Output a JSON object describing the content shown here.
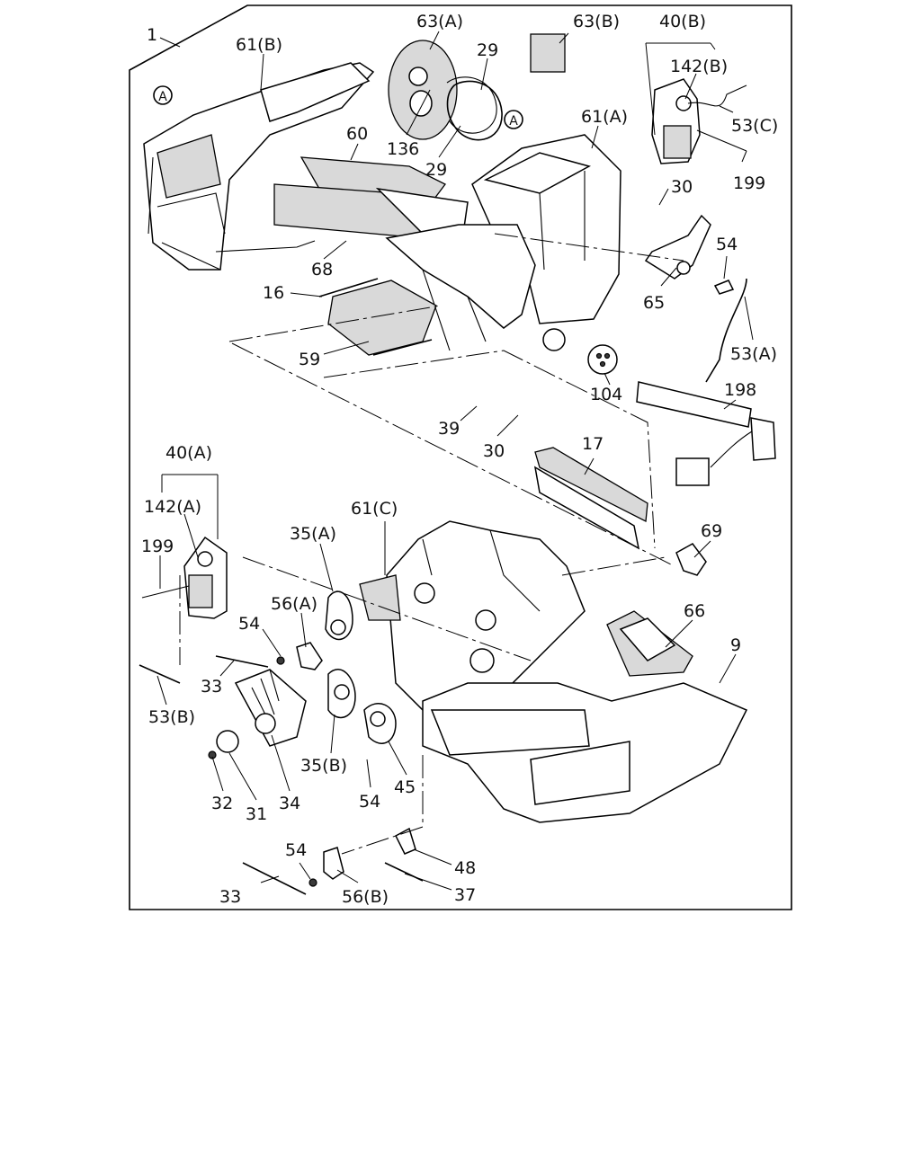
{
  "diagram": {
    "callouts": [
      {
        "id": "c1",
        "label": "1"
      },
      {
        "id": "c61b",
        "label": "61(B)"
      },
      {
        "id": "c63a",
        "label": "63(A)"
      },
      {
        "id": "c63b",
        "label": "63(B)"
      },
      {
        "id": "c40b",
        "label": "40(B)"
      },
      {
        "id": "c142b",
        "label": "142(B)"
      },
      {
        "id": "c29a",
        "label": "29"
      },
      {
        "id": "c61a",
        "label": "61(A)"
      },
      {
        "id": "c53c",
        "label": "53(C)"
      },
      {
        "id": "c60",
        "label": "60"
      },
      {
        "id": "c136",
        "label": "136"
      },
      {
        "id": "c29b",
        "label": "29"
      },
      {
        "id": "c199a",
        "label": "199"
      },
      {
        "id": "c30a",
        "label": "30"
      },
      {
        "id": "c54a",
        "label": "54"
      },
      {
        "id": "c68",
        "label": "68"
      },
      {
        "id": "c65",
        "label": "65"
      },
      {
        "id": "c16",
        "label": "16"
      },
      {
        "id": "c53a",
        "label": "53(A)"
      },
      {
        "id": "c59",
        "label": "59"
      },
      {
        "id": "c198",
        "label": "198"
      },
      {
        "id": "c104",
        "label": "104"
      },
      {
        "id": "c39",
        "label": "39"
      },
      {
        "id": "c30b",
        "label": "30"
      },
      {
        "id": "c17",
        "label": "17"
      },
      {
        "id": "c40a",
        "label": "40(A)"
      },
      {
        "id": "c142a",
        "label": "142(A)"
      },
      {
        "id": "c61c",
        "label": "61(C)"
      },
      {
        "id": "c199b",
        "label": "199"
      },
      {
        "id": "c35a",
        "label": "35(A)"
      },
      {
        "id": "c69",
        "label": "69"
      },
      {
        "id": "c56a",
        "label": "56(A)"
      },
      {
        "id": "c66",
        "label": "66"
      },
      {
        "id": "c54b",
        "label": "54"
      },
      {
        "id": "c9",
        "label": "9"
      },
      {
        "id": "c33a",
        "label": "33"
      },
      {
        "id": "c53b",
        "label": "53(B)"
      },
      {
        "id": "c35b",
        "label": "35(B)"
      },
      {
        "id": "c45",
        "label": "45"
      },
      {
        "id": "c32",
        "label": "32"
      },
      {
        "id": "c31",
        "label": "31"
      },
      {
        "id": "c34",
        "label": "34"
      },
      {
        "id": "c54c",
        "label": "54"
      },
      {
        "id": "c54d",
        "label": "54"
      },
      {
        "id": "c48",
        "label": "48"
      },
      {
        "id": "c33b",
        "label": "33"
      },
      {
        "id": "c56b",
        "label": "56(B)"
      },
      {
        "id": "c37",
        "label": "37"
      }
    ],
    "reference_marks": [
      {
        "id": "ra1",
        "label": "A"
      },
      {
        "id": "ra2",
        "label": "A"
      }
    ]
  }
}
